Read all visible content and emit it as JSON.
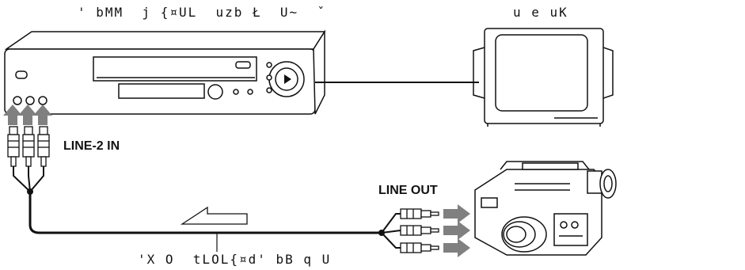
{
  "labels": {
    "vcr_caption": "' bMM  j {¤UL  uzb Ł  U~  ˇ",
    "tv_caption": "u e uK",
    "line2_in": "LINE-2 IN",
    "line_out": "LINE OUT",
    "cable_caption": "'X O  tLOL{¤d' bB q U"
  },
  "colors": {
    "outline": "#111111",
    "arrow_fill": "#808080",
    "device_fill": "#ffffff"
  }
}
